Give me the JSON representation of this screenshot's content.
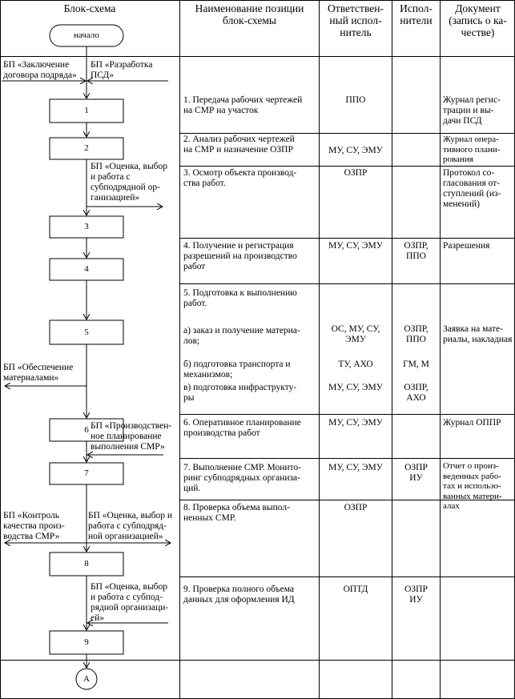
{
  "headers": {
    "flowchart": "Блок-схема",
    "position": "Наименование позиции\nблок-схемы",
    "responsible": "Ответствен-\nный испол-\nнитель",
    "executors": "Испол-\nнители",
    "document": "Документ\n(запись о ка-\nчестве)"
  },
  "flow": {
    "start": "начало",
    "inputs": {
      "contract": "БП «Заключение\nдоговора подряда»",
      "design": "БП «Разработка\nПСД»",
      "subcontract_1": "БП «Оценка, выбор\nи работа с\nсубподрядной ор-\nганизацией»",
      "materials": "БП «Обеспечение\nматериалами»",
      "planning": "БП «Производствен-\nное планирование\nвыполнения СМР»",
      "quality": "БП «Контроль\nкачества произ-\nводства СМР»",
      "subcontract_2": "БП «Оценка, выбор и\nработа с субподряд-\nной организацией»",
      "subcontract_3": "БП «Оценка, выбор\nи работа с субпод-\nрядной организаци-\nей»"
    },
    "boxes": [
      "1",
      "2",
      "3",
      "4",
      "5",
      "6",
      "7",
      "8",
      "9"
    ],
    "connector": "А"
  },
  "rows": [
    {
      "position": "1. Передача рабочих чертежей\nна СМР на участок",
      "responsible": "ППО",
      "executors": "",
      "document": "Журнал регис-\nтрации и вы-\nдачи ПСД"
    },
    {
      "position": "2. Анализ рабочих чертежей\nна СМР и назначение ОЗПР",
      "responsible": "МУ, СУ, ЭМУ",
      "executors": "",
      "document": "Журнал опера-\nтивного плани-\nрования"
    },
    {
      "position": "3. Осмотр объекта производ-\nства работ.",
      "responsible": "ОЗПР",
      "executors": "",
      "document": "Протокол со-\nгласования от-\nступлений (из-\nменений)"
    },
    {
      "position": "4. Получение и регистрация\nразрешений на производство\nработ",
      "responsible": "МУ, СУ, ЭМУ",
      "executors": "ОЗПР,\nППО",
      "document": "Разрешения"
    },
    {
      "position": "5. Подготовка к выполнению\nработ.",
      "sub_a": "а) заказ и получение материа-\nлов;",
      "sub_a_responsible": "ОС, МУ, СУ,\nЭМУ",
      "sub_a_executors": "ОЗПР,\nППО",
      "sub_a_document": "Заявка на мате-\nриалы, накладная",
      "sub_b": "б) подготовка транспорта и\nмеханизмов;",
      "sub_b_responsible": "ТУ, АХО",
      "sub_b_executors": "ГМ, М",
      "sub_c": "в) подготовка инфраструкту-\nры",
      "sub_c_responsible": "МУ, СУ, ЭМУ",
      "sub_c_executors": "ОЗПР,\nАХО"
    },
    {
      "position": "6. Оперативное планирование\nпроизводства работ",
      "responsible": "МУ, СУ, ЭМУ",
      "executors": "",
      "document": "Журнал ОППР"
    },
    {
      "position": "7. Выполнение СМР. Монито-\nринг субподрядных организа-\nций.",
      "responsible": "МУ, СУ, ЭМУ",
      "executors": "ОЗПР\nИУ",
      "document": "Отчет о произ-\nведенных рабо-\nтах и использо-\nванных матери-\nалах"
    },
    {
      "position": "8. Проверка объема выпол-\nненных СМР.",
      "responsible": "ОЗПР",
      "executors": "",
      "document": ""
    },
    {
      "position": "9. Проверка полного объема\nданных для оформления ИД",
      "responsible": "ОПТД",
      "executors": "ОЗПР\nИУ",
      "document": ""
    }
  ]
}
